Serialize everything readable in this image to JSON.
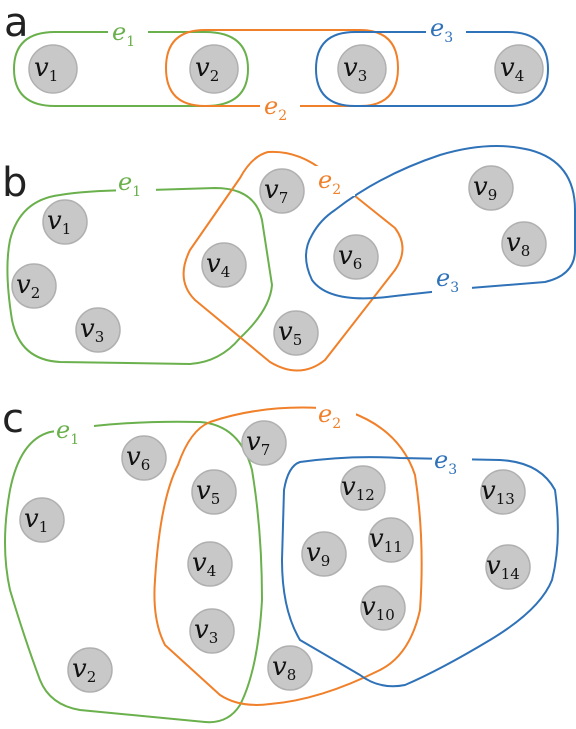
{
  "colors": {
    "e1": "#6ab04c",
    "e2": "#f0802a",
    "e3": "#2f72b8",
    "node_fill": "#c8c8c8"
  },
  "panels": [
    {
      "letter": "a",
      "nodes": [
        {
          "base": "v",
          "sub": "1"
        },
        {
          "base": "v",
          "sub": "2"
        },
        {
          "base": "v",
          "sub": "3"
        },
        {
          "base": "v",
          "sub": "4"
        }
      ],
      "edges": [
        {
          "base": "e",
          "sub": "1",
          "color": "e1"
        },
        {
          "base": "e",
          "sub": "2",
          "color": "e2"
        },
        {
          "base": "e",
          "sub": "3",
          "color": "e3"
        }
      ]
    },
    {
      "letter": "b",
      "nodes": [
        {
          "base": "v",
          "sub": "1"
        },
        {
          "base": "v",
          "sub": "2"
        },
        {
          "base": "v",
          "sub": "3"
        },
        {
          "base": "v",
          "sub": "4"
        },
        {
          "base": "v",
          "sub": "5"
        },
        {
          "base": "v",
          "sub": "6"
        },
        {
          "base": "v",
          "sub": "7"
        },
        {
          "base": "v",
          "sub": "8"
        },
        {
          "base": "v",
          "sub": "9"
        }
      ],
      "edges": [
        {
          "base": "e",
          "sub": "1",
          "color": "e1"
        },
        {
          "base": "e",
          "sub": "2",
          "color": "e2"
        },
        {
          "base": "e",
          "sub": "3",
          "color": "e3"
        }
      ]
    },
    {
      "letter": "c",
      "nodes": [
        {
          "base": "v",
          "sub": "1"
        },
        {
          "base": "v",
          "sub": "2"
        },
        {
          "base": "v",
          "sub": "3"
        },
        {
          "base": "v",
          "sub": "4"
        },
        {
          "base": "v",
          "sub": "5"
        },
        {
          "base": "v",
          "sub": "6"
        },
        {
          "base": "v",
          "sub": "7"
        },
        {
          "base": "v",
          "sub": "8"
        },
        {
          "base": "v",
          "sub": "9"
        },
        {
          "base": "v",
          "sub": "10"
        },
        {
          "base": "v",
          "sub": "11"
        },
        {
          "base": "v",
          "sub": "12"
        },
        {
          "base": "v",
          "sub": "13"
        },
        {
          "base": "v",
          "sub": "14"
        }
      ],
      "edges": [
        {
          "base": "e",
          "sub": "1",
          "color": "e1"
        },
        {
          "base": "e",
          "sub": "2",
          "color": "e2"
        },
        {
          "base": "e",
          "sub": "3",
          "color": "e3"
        }
      ]
    }
  ]
}
